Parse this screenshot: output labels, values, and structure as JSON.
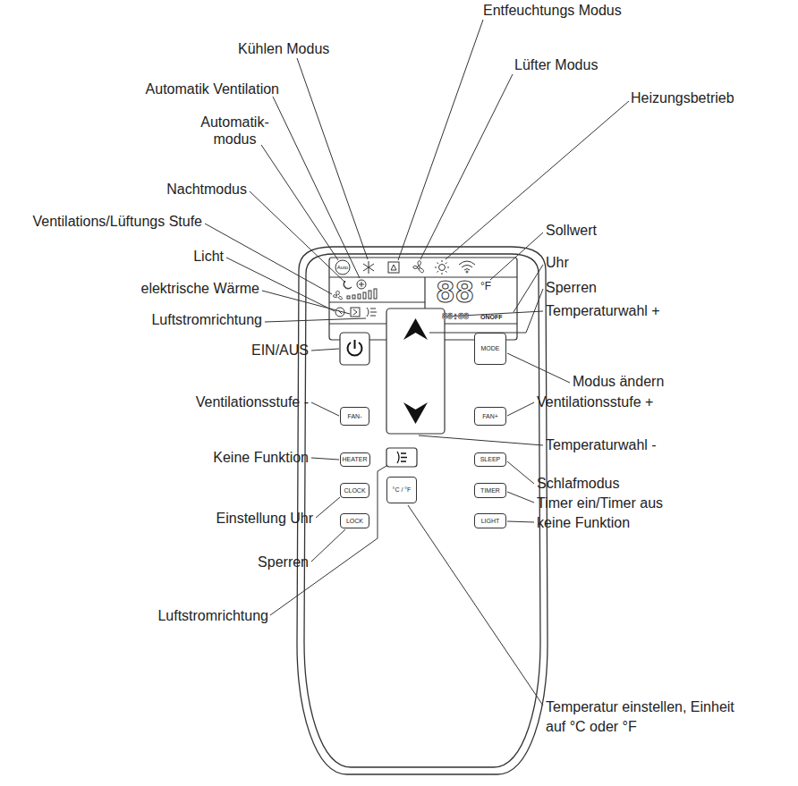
{
  "diagram": {
    "nodes": [
      {
        "text": [
          "MODE"
        ]
      },
      {
        "text": [
          "FAN-"
        ]
      },
      {
        "text": [
          "FAN+"
        ]
      },
      {
        "text": [
          "HEATER"
        ]
      },
      {
        "text": [
          "SLEEP"
        ]
      },
      {
        "text": [
          "CLOCK"
        ]
      },
      {
        "text": [
          "°C / °F"
        ]
      },
      {
        "text": [
          "TIMER"
        ]
      },
      {
        "text": [
          "LOCK"
        ]
      },
      {
        "text": [
          "LIGHT"
        ]
      }
    ],
    "labels": [
      "Entfeuchtungs Modus",
      "Kühlen Modus",
      "Lüfter Modus",
      "Automatik Ventilation",
      "Heizungsbetrieb",
      "Automatik- modus",
      "Nachtmodus",
      "Ventilations/Lüftungs Stufe",
      "Licht",
      "elektrische Wärme",
      "Luftstromrichtung",
      "Sollwert",
      "Uhr",
      "Sperren",
      "Temperaturwahl +",
      "EIN/AUS",
      "Modus ändern",
      "Ventilationsstufe -",
      "Ventilationsstufe +",
      "Temperaturwahl -",
      "Keine Funktion",
      "Schlafmodus",
      "Timer ein/Timer aus",
      "keine Funktion",
      "Einstellung Uhr",
      "Sperren",
      "Luftstromrichtung",
      "Temperatur einstellen, Einheit auf °C oder °F",
      "Auto",
      "88",
      "°F",
      "88:88",
      "ONOFF"
    ]
  }
}
